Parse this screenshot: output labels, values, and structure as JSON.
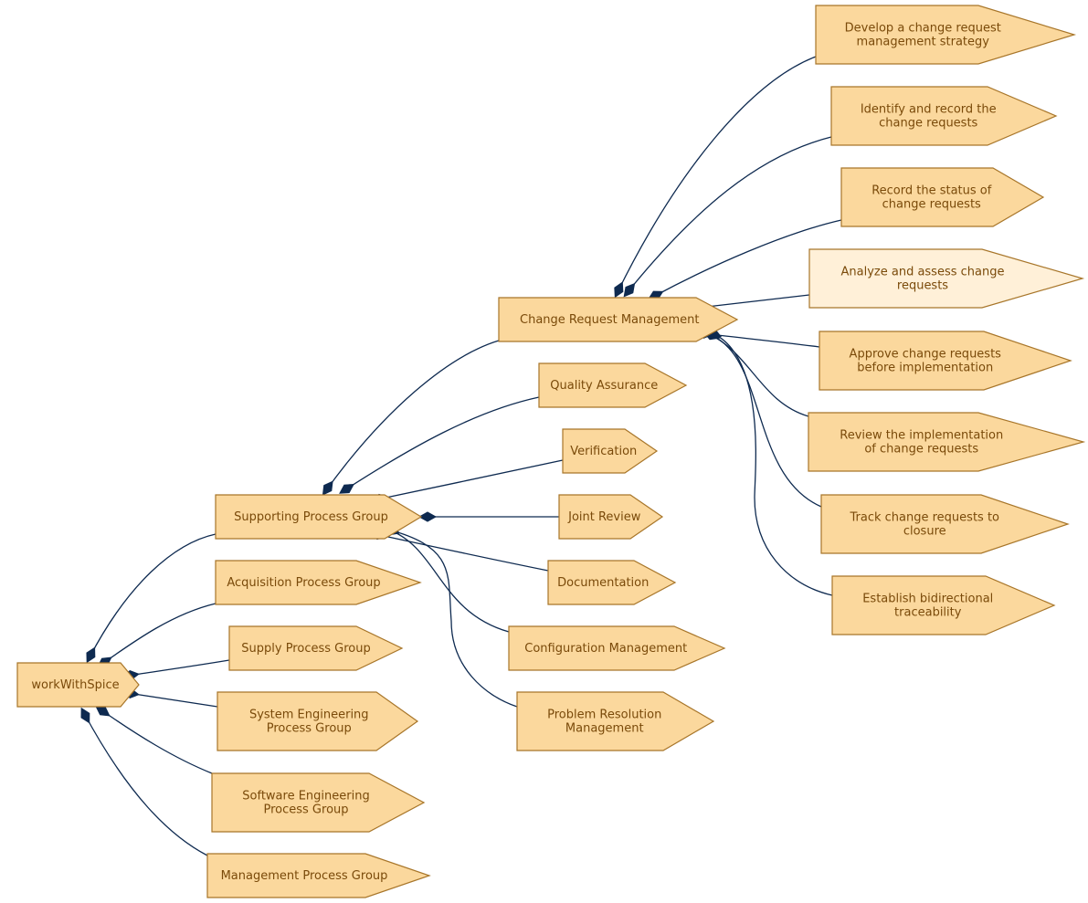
{
  "diagram": {
    "nodes": [
      {
        "id": "root",
        "label": [
          "workWithSpice"
        ]
      },
      {
        "id": "spg",
        "label": [
          "Supporting Process Group"
        ]
      },
      {
        "id": "acq",
        "label": [
          "Acquisition Process Group"
        ]
      },
      {
        "id": "sup",
        "label": [
          "Supply Process Group"
        ]
      },
      {
        "id": "sys",
        "label": [
          "System Engineering",
          "Process Group"
        ]
      },
      {
        "id": "swe",
        "label": [
          "Software Engineering",
          "Process Group"
        ]
      },
      {
        "id": "mgt",
        "label": [
          "Management Process Group"
        ]
      },
      {
        "id": "crm",
        "label": [
          "Change Request Management"
        ]
      },
      {
        "id": "qa",
        "label": [
          "Quality Assurance"
        ]
      },
      {
        "id": "ver",
        "label": [
          "Verification"
        ]
      },
      {
        "id": "jr",
        "label": [
          "Joint Review"
        ]
      },
      {
        "id": "doc",
        "label": [
          "Documentation"
        ]
      },
      {
        "id": "cfg",
        "label": [
          "Configuration Management"
        ]
      },
      {
        "id": "prm",
        "label": [
          "Problem Resolution",
          "Management"
        ]
      },
      {
        "id": "t1",
        "label": [
          "Develop a change request",
          "management strategy"
        ]
      },
      {
        "id": "t2",
        "label": [
          "Identify and record the",
          "change requests"
        ]
      },
      {
        "id": "t3",
        "label": [
          "Record the status of",
          "change requests"
        ]
      },
      {
        "id": "t4",
        "label": [
          "Analyze and assess change",
          "requests"
        ],
        "highlight": true
      },
      {
        "id": "t5",
        "label": [
          "Approve change requests",
          "before implementation"
        ]
      },
      {
        "id": "t6",
        "label": [
          "Review the implementation",
          "of change requests"
        ]
      },
      {
        "id": "t7",
        "label": [
          "Track change requests to",
          "closure"
        ]
      },
      {
        "id": "t8",
        "label": [
          "Establish bidirectional",
          "traceability"
        ]
      }
    ],
    "edges": [
      {
        "from": "root",
        "to": "spg"
      },
      {
        "from": "root",
        "to": "acq"
      },
      {
        "from": "root",
        "to": "sup"
      },
      {
        "from": "root",
        "to": "sys"
      },
      {
        "from": "root",
        "to": "swe"
      },
      {
        "from": "root",
        "to": "mgt"
      },
      {
        "from": "spg",
        "to": "crm"
      },
      {
        "from": "spg",
        "to": "qa"
      },
      {
        "from": "spg",
        "to": "ver"
      },
      {
        "from": "spg",
        "to": "jr"
      },
      {
        "from": "spg",
        "to": "doc"
      },
      {
        "from": "spg",
        "to": "cfg"
      },
      {
        "from": "spg",
        "to": "prm"
      },
      {
        "from": "crm",
        "to": "t1"
      },
      {
        "from": "crm",
        "to": "t2"
      },
      {
        "from": "crm",
        "to": "t3"
      },
      {
        "from": "crm",
        "to": "t4"
      },
      {
        "from": "crm",
        "to": "t5"
      },
      {
        "from": "crm",
        "to": "t6"
      },
      {
        "from": "crm",
        "to": "t7"
      },
      {
        "from": "crm",
        "to": "t8"
      }
    ],
    "colors": {
      "node_fill": "#fbd89d",
      "node_fill_highlight": "#fff0d8",
      "node_stroke": "#a8762a",
      "text": "#7a4a0a",
      "edge": "#0e2a50"
    }
  }
}
